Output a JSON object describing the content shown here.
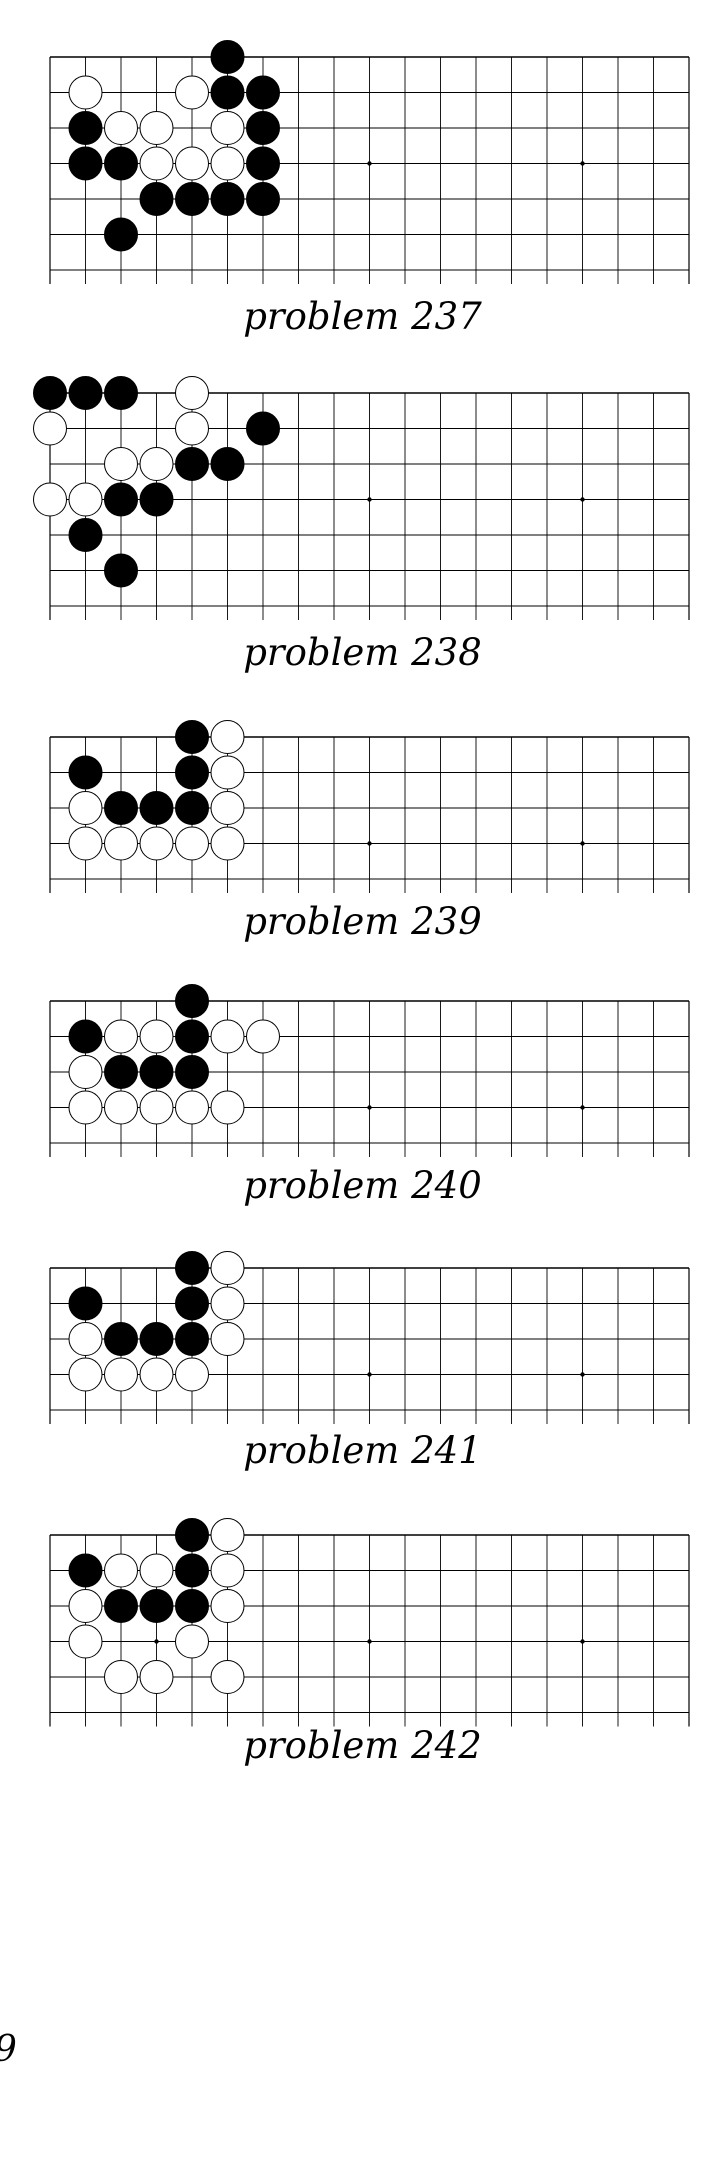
{
  "page_number": "9",
  "colors": {
    "black_stone": "#000000",
    "white_stone": "#ffffff",
    "grid": "#000000"
  },
  "problems": [
    {
      "label": "problem 237",
      "rows": 7,
      "stones": [
        {
          "c": "B",
          "x": 5,
          "y": -1
        },
        {
          "c": "W",
          "x": 1,
          "y": 0
        },
        {
          "c": "W",
          "x": 4,
          "y": 0
        },
        {
          "c": "B",
          "x": 5,
          "y": 0
        },
        {
          "c": "B",
          "x": 6,
          "y": 0
        },
        {
          "c": "B",
          "x": 1,
          "y": 1
        },
        {
          "c": "W",
          "x": 2,
          "y": 1
        },
        {
          "c": "W",
          "x": 3,
          "y": 1
        },
        {
          "c": "W",
          "x": 5,
          "y": 1
        },
        {
          "c": "B",
          "x": 6,
          "y": 1
        },
        {
          "c": "B",
          "x": 1,
          "y": 2
        },
        {
          "c": "B",
          "x": 2,
          "y": 2
        },
        {
          "c": "W",
          "x": 3,
          "y": 2
        },
        {
          "c": "W",
          "x": 4,
          "y": 2
        },
        {
          "c": "W",
          "x": 5,
          "y": 2
        },
        {
          "c": "B",
          "x": 6,
          "y": 2
        },
        {
          "c": "B",
          "x": 3,
          "y": 3
        },
        {
          "c": "B",
          "x": 4,
          "y": 3
        },
        {
          "c": "B",
          "x": 5,
          "y": 3
        },
        {
          "c": "B",
          "x": 6,
          "y": 3
        },
        {
          "c": "B",
          "x": 2,
          "y": 4
        }
      ]
    },
    {
      "label": "problem 238",
      "rows": 7,
      "stones": [
        {
          "c": "B",
          "x": 0,
          "y": -1
        },
        {
          "c": "B",
          "x": 1,
          "y": -1
        },
        {
          "c": "B",
          "x": 2,
          "y": -1
        },
        {
          "c": "W",
          "x": 4,
          "y": -1
        },
        {
          "c": "W",
          "x": 0,
          "y": 0
        },
        {
          "c": "W",
          "x": 4,
          "y": 0
        },
        {
          "c": "B",
          "x": 6,
          "y": 0
        },
        {
          "c": "W",
          "x": 2,
          "y": 1
        },
        {
          "c": "W",
          "x": 3,
          "y": 1
        },
        {
          "c": "B",
          "x": 4,
          "y": 1
        },
        {
          "c": "B",
          "x": 5,
          "y": 1
        },
        {
          "c": "W",
          "x": 0,
          "y": 2
        },
        {
          "c": "W",
          "x": 1,
          "y": 2
        },
        {
          "c": "B",
          "x": 2,
          "y": 2
        },
        {
          "c": "B",
          "x": 3,
          "y": 2
        },
        {
          "c": "B",
          "x": 1,
          "y": 3
        },
        {
          "c": "B",
          "x": 2,
          "y": 4
        }
      ]
    },
    {
      "label": "problem 239",
      "rows": 5,
      "stones": [
        {
          "c": "B",
          "x": 4,
          "y": -1
        },
        {
          "c": "W",
          "x": 5,
          "y": -1
        },
        {
          "c": "B",
          "x": 1,
          "y": 0
        },
        {
          "c": "B",
          "x": 4,
          "y": 0
        },
        {
          "c": "W",
          "x": 5,
          "y": 0
        },
        {
          "c": "W",
          "x": 1,
          "y": 1
        },
        {
          "c": "B",
          "x": 2,
          "y": 1
        },
        {
          "c": "B",
          "x": 3,
          "y": 1
        },
        {
          "c": "B",
          "x": 4,
          "y": 1
        },
        {
          "c": "W",
          "x": 5,
          "y": 1
        },
        {
          "c": "W",
          "x": 1,
          "y": 2
        },
        {
          "c": "W",
          "x": 2,
          "y": 2
        },
        {
          "c": "W",
          "x": 3,
          "y": 2
        },
        {
          "c": "W",
          "x": 4,
          "y": 2
        },
        {
          "c": "W",
          "x": 5,
          "y": 2
        }
      ]
    },
    {
      "label": "problem 240",
      "rows": 5,
      "stones": [
        {
          "c": "B",
          "x": 4,
          "y": -1
        },
        {
          "c": "B",
          "x": 1,
          "y": 0
        },
        {
          "c": "W",
          "x": 2,
          "y": 0
        },
        {
          "c": "W",
          "x": 3,
          "y": 0
        },
        {
          "c": "B",
          "x": 4,
          "y": 0
        },
        {
          "c": "W",
          "x": 5,
          "y": 0
        },
        {
          "c": "W",
          "x": 6,
          "y": 0
        },
        {
          "c": "W",
          "x": 1,
          "y": 1
        },
        {
          "c": "B",
          "x": 2,
          "y": 1
        },
        {
          "c": "B",
          "x": 3,
          "y": 1
        },
        {
          "c": "B",
          "x": 4,
          "y": 1
        },
        {
          "c": "W",
          "x": 1,
          "y": 2
        },
        {
          "c": "W",
          "x": 2,
          "y": 2
        },
        {
          "c": "W",
          "x": 3,
          "y": 2
        },
        {
          "c": "W",
          "x": 4,
          "y": 2
        },
        {
          "c": "W",
          "x": 5,
          "y": 2
        }
      ]
    },
    {
      "label": "problem 241",
      "rows": 5,
      "stones": [
        {
          "c": "B",
          "x": 4,
          "y": -1
        },
        {
          "c": "W",
          "x": 5,
          "y": -1
        },
        {
          "c": "B",
          "x": 1,
          "y": 0
        },
        {
          "c": "B",
          "x": 4,
          "y": 0
        },
        {
          "c": "W",
          "x": 5,
          "y": 0
        },
        {
          "c": "W",
          "x": 1,
          "y": 1
        },
        {
          "c": "B",
          "x": 2,
          "y": 1
        },
        {
          "c": "B",
          "x": 3,
          "y": 1
        },
        {
          "c": "B",
          "x": 4,
          "y": 1
        },
        {
          "c": "W",
          "x": 5,
          "y": 1
        },
        {
          "c": "W",
          "x": 1,
          "y": 2
        },
        {
          "c": "W",
          "x": 2,
          "y": 2
        },
        {
          "c": "W",
          "x": 3,
          "y": 2
        },
        {
          "c": "W",
          "x": 4,
          "y": 2
        }
      ]
    },
    {
      "label": "problem 242",
      "rows": 6,
      "stones": [
        {
          "c": "B",
          "x": 4,
          "y": -1
        },
        {
          "c": "W",
          "x": 5,
          "y": -1
        },
        {
          "c": "B",
          "x": 1,
          "y": 0
        },
        {
          "c": "W",
          "x": 2,
          "y": 0
        },
        {
          "c": "W",
          "x": 3,
          "y": 0
        },
        {
          "c": "B",
          "x": 4,
          "y": 0
        },
        {
          "c": "W",
          "x": 5,
          "y": 0
        },
        {
          "c": "W",
          "x": 1,
          "y": 1
        },
        {
          "c": "B",
          "x": 2,
          "y": 1
        },
        {
          "c": "B",
          "x": 3,
          "y": 1
        },
        {
          "c": "B",
          "x": 4,
          "y": 1
        },
        {
          "c": "W",
          "x": 5,
          "y": 1
        },
        {
          "c": "W",
          "x": 1,
          "y": 2
        },
        {
          "c": "W",
          "x": 4,
          "y": 2
        },
        {
          "c": "W",
          "x": 2,
          "y": 3
        },
        {
          "c": "W",
          "x": 3,
          "y": 3
        },
        {
          "c": "W",
          "x": 5,
          "y": 3
        }
      ]
    }
  ]
}
